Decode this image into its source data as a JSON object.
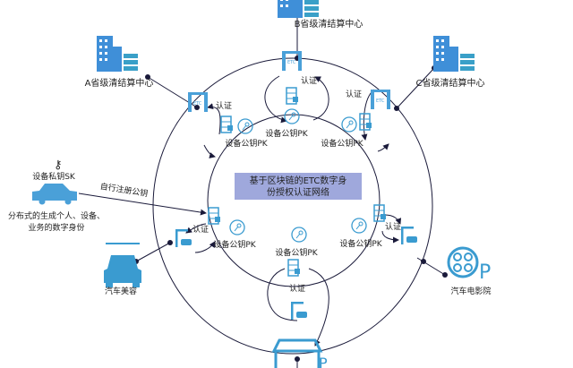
{
  "diagram": {
    "center_title_line1": "基于区块链的ETC数字身",
    "center_title_line2": "份授权认证网络",
    "nodes": {
      "b_center": "B省级清结算中心",
      "a_center": "A省级清结算中心",
      "c_center": "C省级清结算中心",
      "car_wash": "汽车美容",
      "drive_in_cinema": "汽车电影院"
    },
    "device_private_key": "设备私钥SK",
    "distributed_identity_line1": "分布式的生成个人、设备、",
    "distributed_identity_line2": "业务的数字身份",
    "self_register": "自行注册公钥",
    "auth_label": "认证",
    "public_key_label": "设备公钥PK",
    "etc_label": "ETC",
    "parking_label": "P",
    "colors": {
      "icon_blue": "#3f8fd8",
      "center_box": "#9fa8dc",
      "line": "#1a1a3a"
    }
  }
}
